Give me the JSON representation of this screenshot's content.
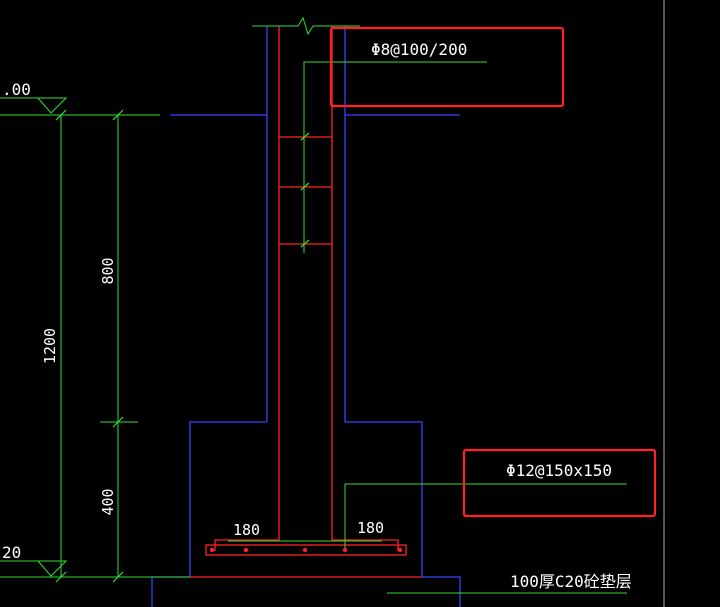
{
  "colors": {
    "background": "#000000",
    "concrete_outline": "#3344ff",
    "rebar": "#ff2222",
    "dimension": "#33dd33",
    "annotation_box": "#ff2222",
    "text": "#ffffff",
    "frame": "#aaaaaa"
  },
  "elevations": {
    "top_label": ".00",
    "bottom_label": "20"
  },
  "dimensions": {
    "total": "1200",
    "upper": "800",
    "lower": "400",
    "left_cover": "180",
    "right_cover": "180"
  },
  "annotations": {
    "stirrup": "Φ8@100/200",
    "mesh": "Φ12@150x150",
    "cushion": "100厚C20砼垫层"
  }
}
